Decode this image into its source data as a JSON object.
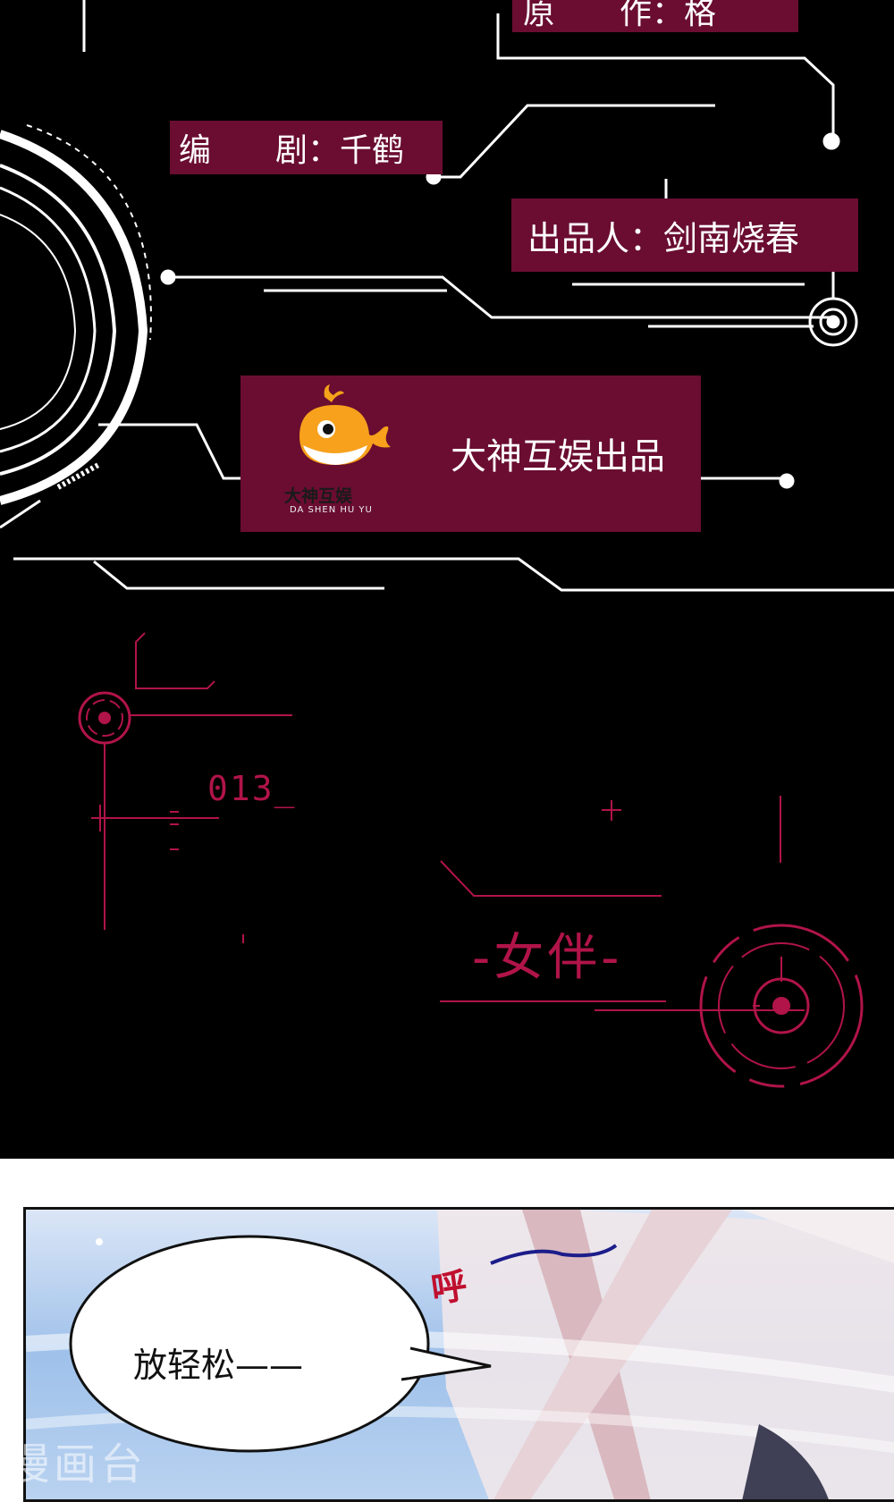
{
  "credits": {
    "original_author": "原　　作：格",
    "writer": "编　　剧：千鹤",
    "producer": "出品人：剑南烧春"
  },
  "studio": {
    "label": "大神互娱出品",
    "logo_text": "大神互娱",
    "logo_subtext": "DA SHEN HU YU"
  },
  "episode": {
    "number": "013_",
    "title": "-女伴-"
  },
  "comic": {
    "speech_bubble": "放轻松——",
    "sound_effect": "呼"
  },
  "watermark": "漫画台",
  "colors": {
    "accent": "#b01448",
    "credit_bg": "#6a0d30",
    "background": "#000000"
  }
}
